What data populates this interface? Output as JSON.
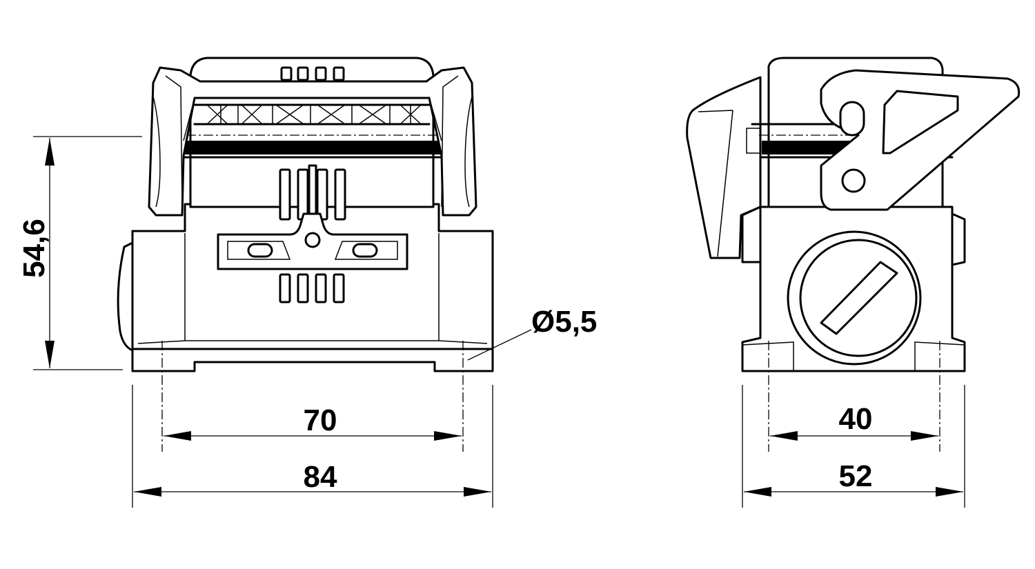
{
  "dimensions": {
    "height": "54,6",
    "hole_diameter": "Ø5,5",
    "front_hole_spacing": "70",
    "front_width": "84",
    "side_hole_spacing": "40",
    "side_width": "52"
  }
}
